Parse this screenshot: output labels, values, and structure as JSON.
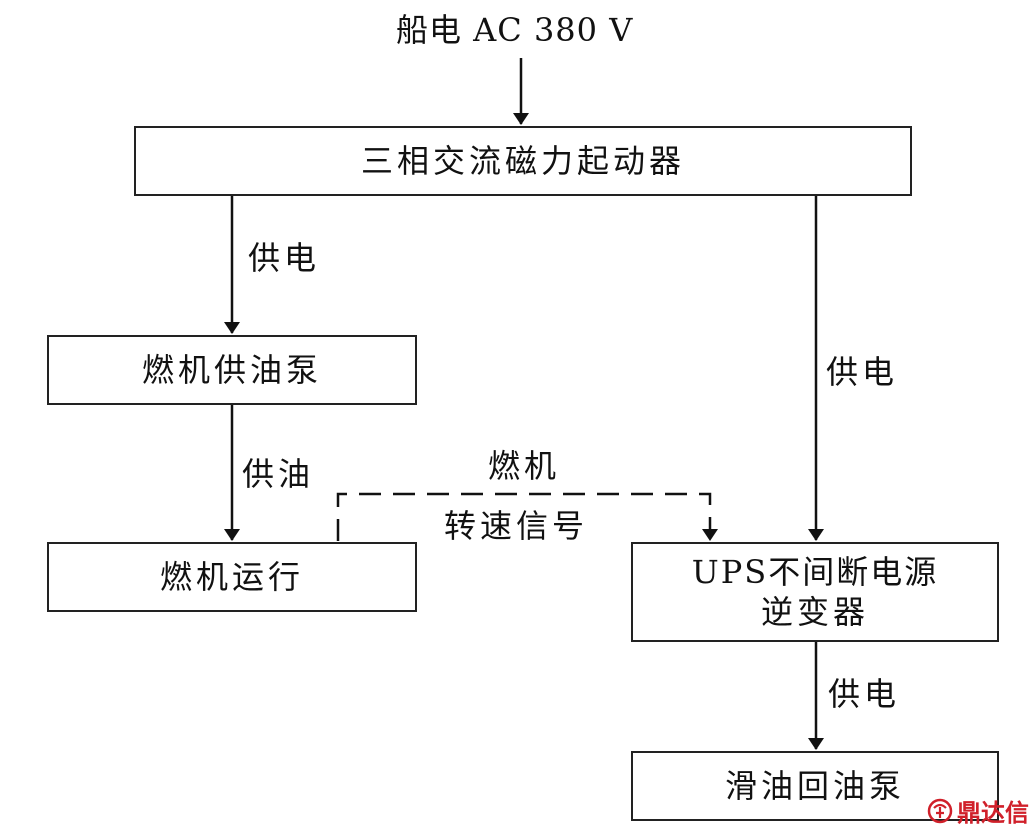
{
  "diagram": {
    "input_label": "船电 AC 380 V",
    "nodes": {
      "starter": "三相交流磁力起动器",
      "fuel_pump": "燃机供油泵",
      "engine_run": "燃机运行",
      "ups_line1": "UPS不间断电源",
      "ups_line2": "逆变器",
      "lube_pump": "滑油回油泵"
    },
    "edge_labels": {
      "starter_to_fuel_pump": "供电",
      "starter_to_ups": "供电",
      "fuel_pump_to_engine": "供油",
      "signal_line1": "燃机",
      "signal_line2": "转速信号",
      "ups_to_lube": "供电"
    }
  },
  "watermark": {
    "text": "鼎达信",
    "color": "#d0202a"
  }
}
